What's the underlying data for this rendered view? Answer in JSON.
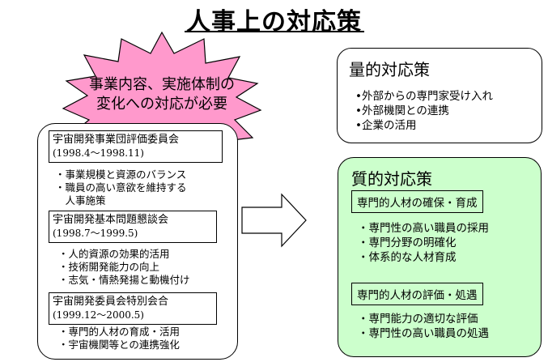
{
  "title": "人事上の対応策",
  "burst": {
    "line1": "事業内容、実施体制の",
    "line2": "変化への対応が必要"
  },
  "committees": [
    {
      "name": "宇宙開発事業団評価委員会",
      "period": "(1998.4〜1998.11)",
      "points": [
        "・事業規模と資源のバランス",
        "・職員の高い意欲を維持する",
        "　人事施策"
      ]
    },
    {
      "name": "宇宙開発基本問題懇談会",
      "period": "(1998.7〜1999.5)",
      "points": [
        "・人的資源の効果的活用",
        "・技術開発能力の向上",
        "・志気・情熱発揚と動機付け"
      ]
    },
    {
      "name": "宇宙開発委員会特別会合",
      "period": "(1999.12〜2000.5)",
      "points": [
        "・専門的人材の育成・活用",
        "・宇宙機関等との連携強化"
      ]
    }
  ],
  "quantitative": {
    "heading": "量的対応策",
    "items": [
      "•外部からの専門家受け入れ",
      "•外部機関との連携",
      "•企業の活用"
    ]
  },
  "qualitative": {
    "heading": "質的対応策",
    "groups": [
      {
        "title": "専門的人材の確保・育成",
        "items": [
          "・専門性の高い職員の採用",
          "・専門分野の明確化",
          "・体系的な人材育成"
        ]
      },
      {
        "title": "専門的人材の評価・処遇",
        "items": [
          "・専門能力の適切な評価",
          "・専門性の高い職員の処遇"
        ]
      }
    ]
  },
  "colors": {
    "burst": "#ff99cc",
    "qualitative_fill": "#ccffcc"
  }
}
